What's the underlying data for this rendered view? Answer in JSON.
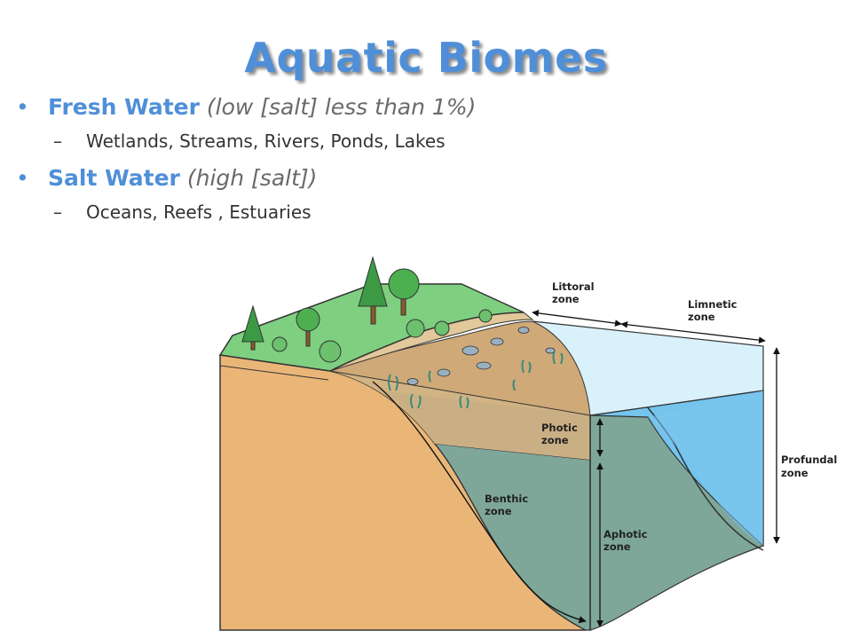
{
  "slide": {
    "title": "Aquatic Biomes",
    "bullets": [
      {
        "label": "Fresh Water",
        "note": "(low [salt] less than 1%)",
        "sub": "Wetlands, Streams,  Rivers, Ponds, Lakes"
      },
      {
        "label": "Salt Water",
        "note": "(high [salt])",
        "sub": "Oceans, Reefs , Estuaries"
      }
    ]
  },
  "diagram": {
    "labels": {
      "littoral_1": "Littoral",
      "littoral_2": "zone",
      "limnetic_1": "Limnetic",
      "limnetic_2": "zone",
      "photic_1": "Photic",
      "photic_2": "zone",
      "profundal_1": "Profundal",
      "profundal_2": "zone",
      "benthic_1": "Benthic",
      "benthic_2": "zone",
      "aphotic_1": "Aphotic",
      "aphotic_2": "zone"
    },
    "colors": {
      "title": "#4f8fd8",
      "land": "#eab678",
      "grass": "#7fcf80",
      "beach": "#e2c89a",
      "deep_water": "#7ea79a",
      "shallow_water": "#d9f1fb",
      "mid_water": "#7cc6ef"
    }
  }
}
